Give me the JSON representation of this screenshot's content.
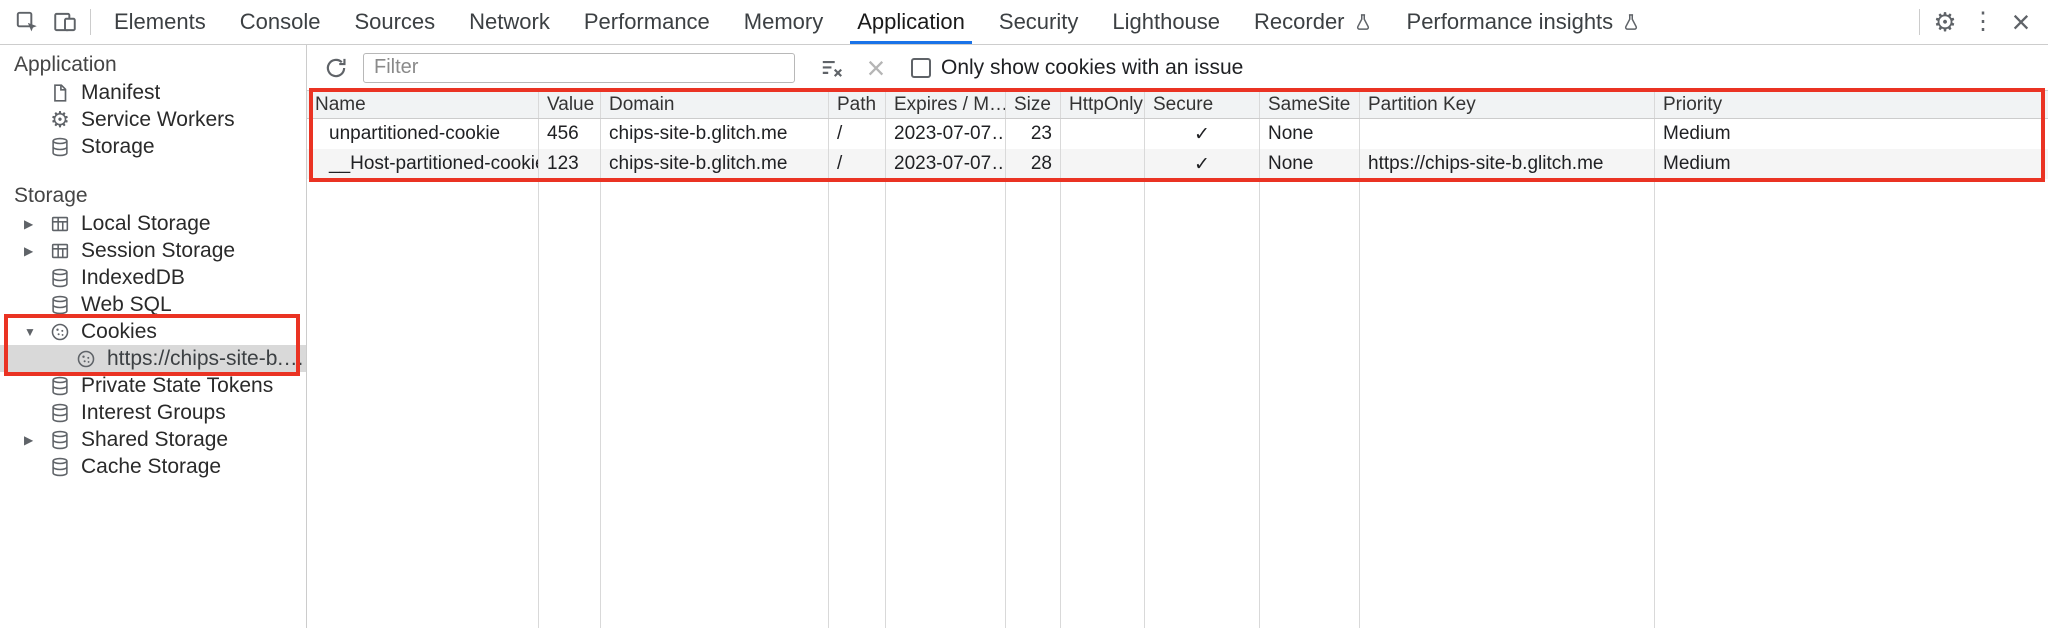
{
  "toolbar": {
    "tabs": [
      "Elements",
      "Console",
      "Sources",
      "Network",
      "Performance",
      "Memory",
      "Application",
      "Security",
      "Lighthouse",
      "Recorder",
      "Performance insights"
    ],
    "selected_tab": "Application"
  },
  "sidebar": {
    "sections": [
      {
        "title": "Application",
        "items": [
          {
            "label": "Manifest",
            "icon": "document-icon"
          },
          {
            "label": "Service Workers",
            "icon": "service-worker-icon"
          },
          {
            "label": "Storage",
            "icon": "database-icon"
          }
        ]
      },
      {
        "title": "Storage",
        "items": [
          {
            "label": "Local Storage",
            "icon": "table-icon",
            "state": "collapsed"
          },
          {
            "label": "Session Storage",
            "icon": "table-icon",
            "state": "collapsed"
          },
          {
            "label": "IndexedDB",
            "icon": "database-icon"
          },
          {
            "label": "Web SQL",
            "icon": "database-icon"
          },
          {
            "label": "Cookies",
            "icon": "cookie-icon",
            "state": "expanded"
          },
          {
            "label": "https://chips-site-b.glitch.me",
            "icon": "cookie-icon",
            "selected": true
          },
          {
            "label": "Private State Tokens",
            "icon": "database-icon"
          },
          {
            "label": "Interest Groups",
            "icon": "database-icon"
          },
          {
            "label": "Shared Storage",
            "icon": "database-icon",
            "state": "collapsed"
          },
          {
            "label": "Cache Storage",
            "icon": "database-icon"
          }
        ]
      }
    ]
  },
  "filter_bar": {
    "filter_placeholder": "Filter",
    "only_show_issue_label": "Only show cookies with an issue",
    "checkbox_checked": false
  },
  "cookies_table": {
    "columns": [
      "Name",
      "Value",
      "Domain",
      "Path",
      "Expires / M…",
      "Size",
      "HttpOnly",
      "Secure",
      "SameSite",
      "Partition Key",
      "Priority"
    ],
    "rows": [
      [
        "unpartitioned-cookie",
        "456",
        "chips-site-b.glitch.me",
        "/",
        "2023-07-07…",
        "23",
        "",
        "✓",
        "None",
        "",
        "Medium"
      ],
      [
        "__Host-partitioned-cookie",
        "123",
        "chips-site-b.glitch.me",
        "/",
        "2023-07-07…",
        "28",
        "",
        "✓",
        "None",
        "https://chips-site-b.glitch.me",
        "Medium"
      ]
    ]
  },
  "annotation": {
    "color": "#ea3323"
  }
}
